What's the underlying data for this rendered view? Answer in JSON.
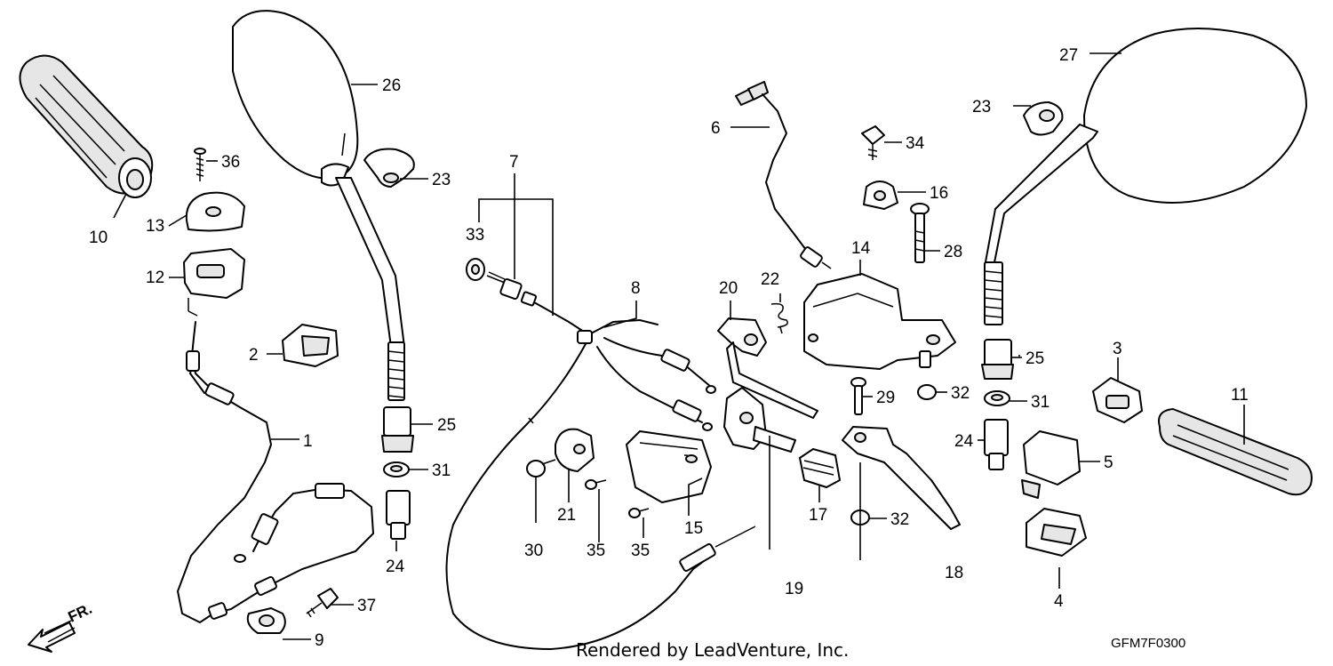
{
  "callouts": [
    "1",
    "2",
    "3",
    "4",
    "5",
    "6",
    "7",
    "8",
    "9",
    "10",
    "11",
    "12",
    "13",
    "14",
    "15",
    "16",
    "17",
    "18",
    "19",
    "20",
    "21",
    "22",
    "23",
    "23",
    "24",
    "24",
    "25",
    "25",
    "26",
    "27",
    "28",
    "29",
    "30",
    "31",
    "31",
    "32",
    "32",
    "33",
    "34",
    "35",
    "35",
    "36",
    "37"
  ],
  "footer": {
    "credit": "Rendered by LeadVenture, Inc.",
    "diagram_code": "GFM7F0300",
    "direction": "FR."
  },
  "icons": {
    "direction_arrow": "front-direction-arrow-icon"
  }
}
